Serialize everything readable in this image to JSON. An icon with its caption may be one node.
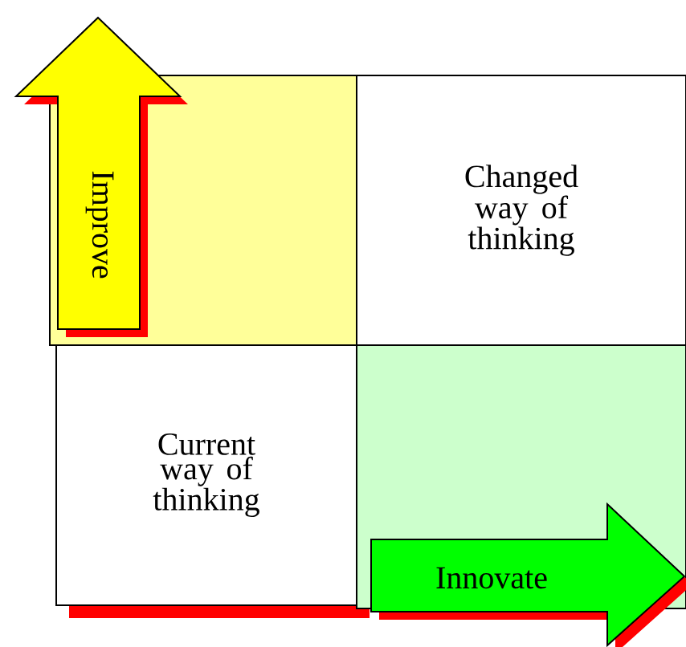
{
  "diagram": {
    "nodes": [
      {
        "text": [],
        "shape": "box"
      },
      {
        "text": [
          "Improve"
        ]
      },
      {
        "text": [
          "Changed way of thinking"
        ]
      },
      {
        "text": [
          "Current way of thinking"
        ]
      },
      {
        "text": [],
        "shape": "box"
      },
      {
        "text": [
          "Innovate"
        ]
      }
    ]
  }
}
